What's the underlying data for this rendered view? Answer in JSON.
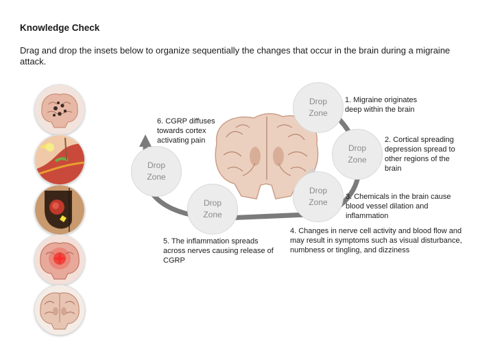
{
  "title": "Knowledge Check",
  "instructions": "Drag and drop the insets below to organize sequentially the changes that occur in the brain during a migraine attack.",
  "insets": [
    {
      "icon": "brain-dark-spots-icon"
    },
    {
      "icon": "trigeminal-nerve-icon"
    },
    {
      "icon": "blood-vessel-closeup-icon"
    },
    {
      "icon": "brain-red-pulse-icon"
    },
    {
      "icon": "brain-cross-section-icon"
    }
  ],
  "drop_zone_label": "Drop\nZone",
  "steps": [
    "1. Migraine originates deep  within the brain",
    "2. Cortical spreading depression spread to other regions of the brain",
    "3. Chemicals in the brain cause blood vessel dilation and inflammation",
    "4. Changes in nerve cell activity and blood flow and may result in symptoms such as visual disturbance, numbness or tingling, and dizziness",
    "5. The inflammation spreads across nerves causing release of CGRP",
    "6. CGRP diffuses towards cortex activating pain"
  ],
  "colors": {
    "cycle": "#7b7b7b",
    "drop_zone": "#ececec",
    "brain": "#e8c5b3",
    "inflamed": "#d9332b"
  }
}
